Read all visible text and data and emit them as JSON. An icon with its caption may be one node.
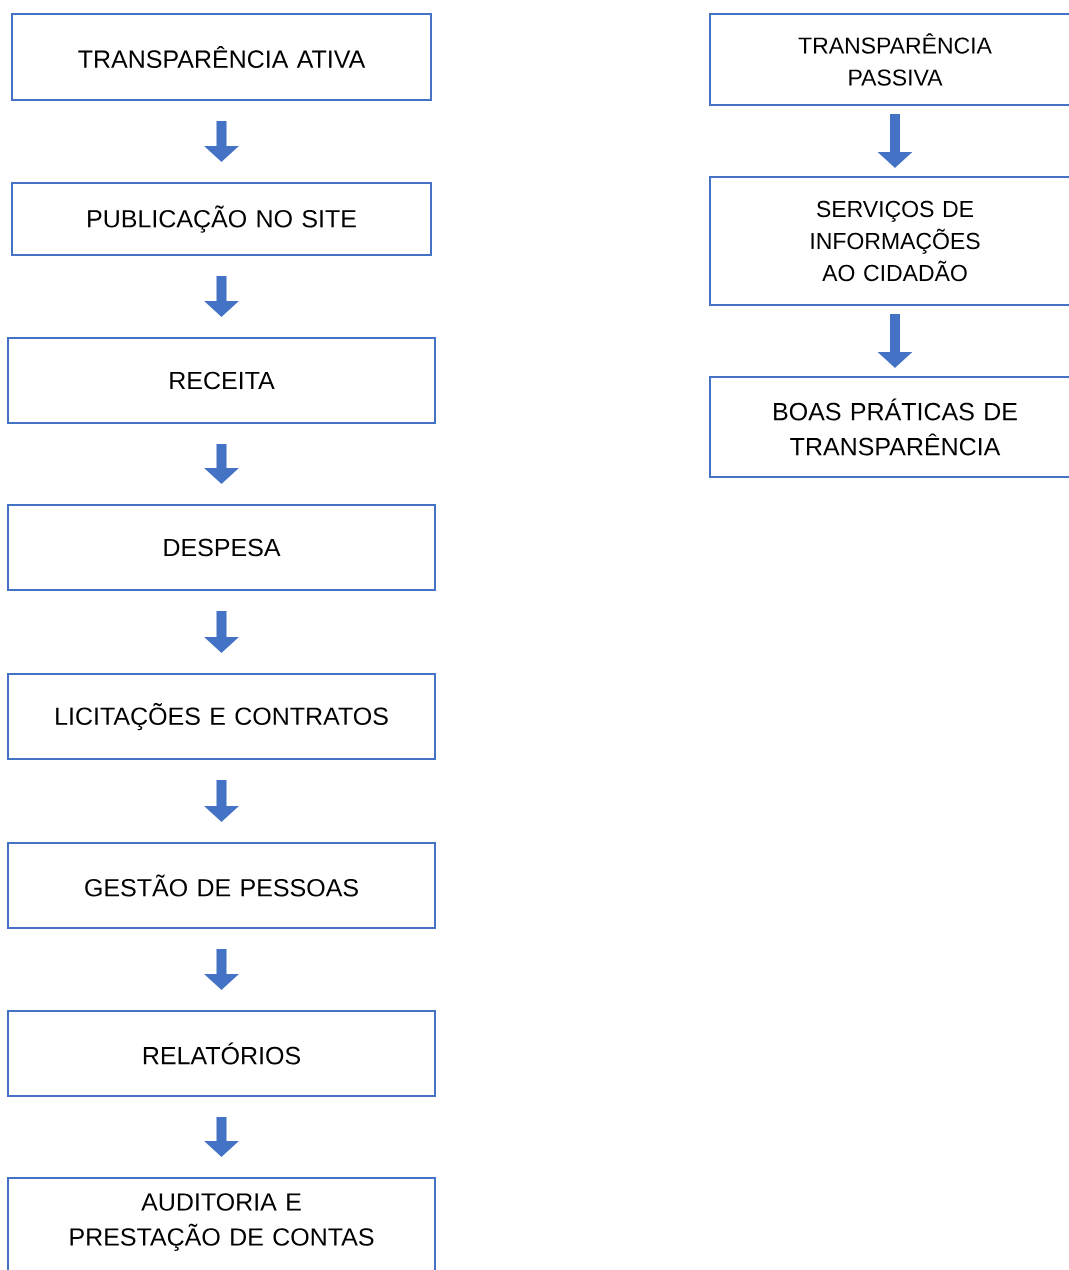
{
  "diagram": {
    "nodes": [
      {
        "text": [
          "TRANSPARÊNCIA ATIVA"
        ]
      },
      {
        "text": [
          "PUBLICAÇÃO NO SITE"
        ]
      },
      {
        "text": [
          "RECEITA"
        ]
      },
      {
        "text": [
          "DESPESA"
        ]
      },
      {
        "text": [
          "LICITAÇÕES E CONTRATOS"
        ]
      },
      {
        "text": [
          "GESTÃO DE PESSOAS"
        ]
      },
      {
        "text": [
          "RELATÓRIOS"
        ]
      },
      {
        "text": [
          "AUDITORIA E PRESTAÇÃO DE CONTAS"
        ]
      },
      {
        "text": [
          "TRANSPARÊNCIA PASSIVA"
        ]
      },
      {
        "text": [
          "SERVIÇOS DE INFORMAÇÕES AO CIDADÃO"
        ]
      },
      {
        "text": [
          "BOAS PRÁTICAS DE TRANSPARÊNCIA"
        ]
      }
    ],
    "edges": [
      {
        "from": 0,
        "to": 1,
        "arrow": "to"
      },
      {
        "from": 1,
        "to": 2,
        "arrow": "to"
      },
      {
        "from": 2,
        "to": 3,
        "arrow": "to"
      },
      {
        "from": 3,
        "to": 4,
        "arrow": "to"
      },
      {
        "from": 4,
        "to": 5,
        "arrow": "to"
      },
      {
        "from": 5,
        "to": 6,
        "arrow": "to"
      },
      {
        "from": 6,
        "to": 7,
        "arrow": "to"
      },
      {
        "from": 8,
        "to": 9,
        "arrow": "to"
      },
      {
        "from": 9,
        "to": 10,
        "arrow": "to"
      }
    ]
  }
}
